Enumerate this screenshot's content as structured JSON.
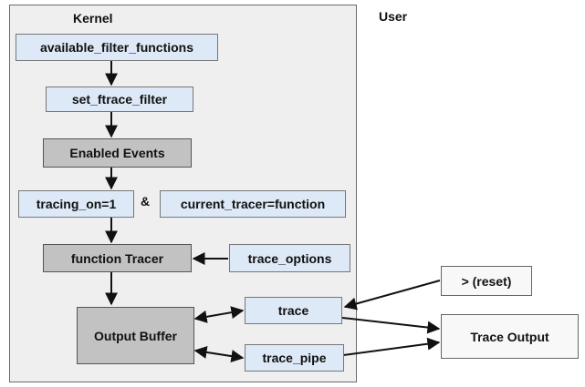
{
  "regions": {
    "kernel": "Kernel",
    "user": "User"
  },
  "nodes": {
    "available_filter_functions": "available_filter_functions",
    "set_ftrace_filter": "set_ftrace_filter",
    "enabled_events": "Enabled Events",
    "tracing_on": "tracing_on=1",
    "amp": "&",
    "current_tracer": "current_tracer=function",
    "function_tracer": "function Tracer",
    "trace_options": "trace_options",
    "output_buffer": "Output Buffer",
    "trace": "trace",
    "trace_pipe": "trace_pipe",
    "reset": "> (reset)",
    "trace_output": "Trace Output"
  },
  "colors": {
    "kernel_bg": "#efefef",
    "file_box": "#dde9f7",
    "kernel_box": "#c2c2c2",
    "user_box": "#f8f8f8"
  }
}
